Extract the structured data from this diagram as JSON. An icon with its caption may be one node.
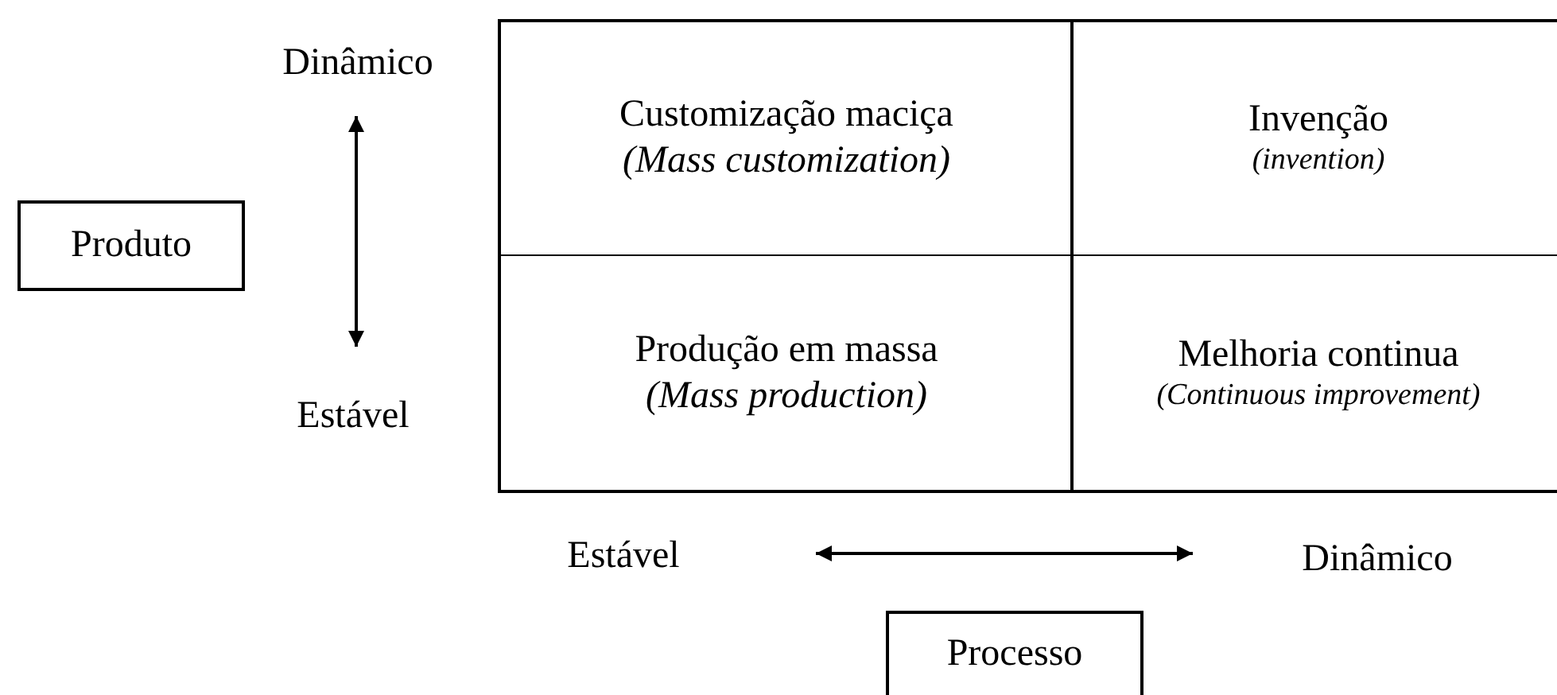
{
  "diagram": {
    "nodes": [
      {
        "text": [
          "Customização maciça",
          "(Mass customization)"
        ]
      },
      {
        "text": [
          "Invenção",
          "(invention)"
        ]
      },
      {
        "text": [
          "Produção em massa",
          "(Mass production)"
        ]
      },
      {
        "text": [
          "Melhoria continua",
          "(Continuous improvement)"
        ]
      },
      {
        "text": [
          "Produto"
        ]
      },
      {
        "text": [
          "Processo"
        ]
      }
    ],
    "edges": [],
    "labels": [
      "Dinâmico",
      "Estável",
      "Estável",
      "Dinâmico"
    ]
  }
}
